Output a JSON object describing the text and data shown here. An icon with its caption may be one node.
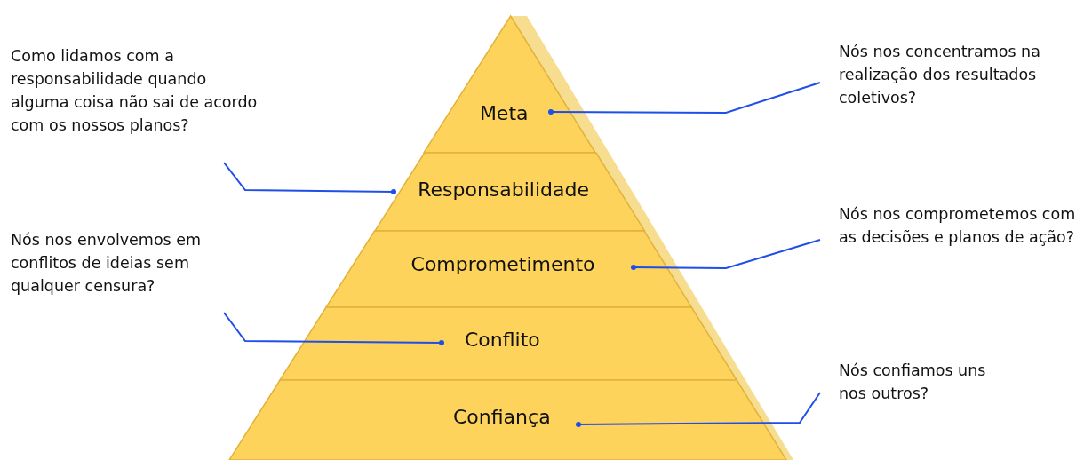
{
  "diagram": {
    "nodes": [
      {
        "text": [
          "Meta"
        ]
      },
      {
        "text": [
          "Responsabilidade"
        ]
      },
      {
        "text": [
          "Comprometimento"
        ]
      },
      {
        "text": [
          "Conflito"
        ]
      },
      {
        "text": [
          "Confiança"
        ]
      },
      {
        "text": [
          "Como lidamos com a responsabilidade quando alguma coisa não sai de acordo com os nossos planos?"
        ]
      },
      {
        "text": [
          "Nós nos concentramos na realização dos resultados coletivos?"
        ]
      },
      {
        "text": [
          "Nós nos envolvemos em conflitos de ideias sem qualquer censura?"
        ]
      },
      {
        "text": [
          "Nós nos comprometemos com as decisões e planos de ação?"
        ]
      },
      {
        "text": [
          "Nós confiamos uns nos outros?"
        ]
      }
    ],
    "edges": [
      {
        "from": 6,
        "to": 0,
        "arrow": "other"
      },
      {
        "from": 5,
        "to": 1,
        "arrow": "other"
      },
      {
        "from": 8,
        "to": 2,
        "arrow": "other"
      },
      {
        "from": 7,
        "to": 3,
        "arrow": "other"
      },
      {
        "from": 9,
        "to": 4,
        "arrow": "other"
      }
    ]
  }
}
